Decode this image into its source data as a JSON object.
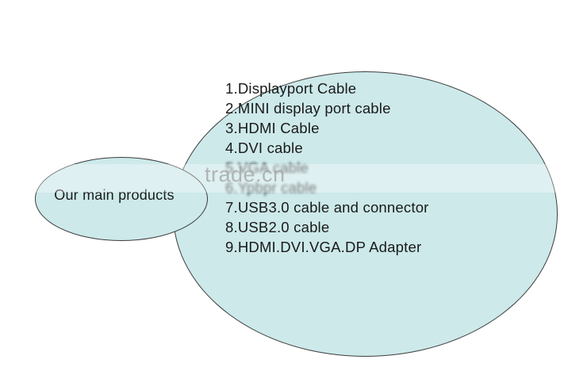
{
  "small_bubble": {
    "label": "Our main products"
  },
  "products": {
    "items": [
      "1.Displayport Cable",
      "2.MINI display port cable",
      "3.HDMI Cable",
      "4.DVI cable",
      "5.VGA cable",
      "6.Ypbpr cable",
      "7.USB3.0 cable and connector",
      "8.USB2.0 cable",
      "9.HDMI.DVI.VGA.DP Adapter"
    ]
  },
  "watermark": {
    "text": "trade.cn"
  },
  "colors": {
    "bubble_fill": "#cde9ea",
    "bubble_border": "#3c3c3c",
    "text": "#1a1a1a"
  }
}
